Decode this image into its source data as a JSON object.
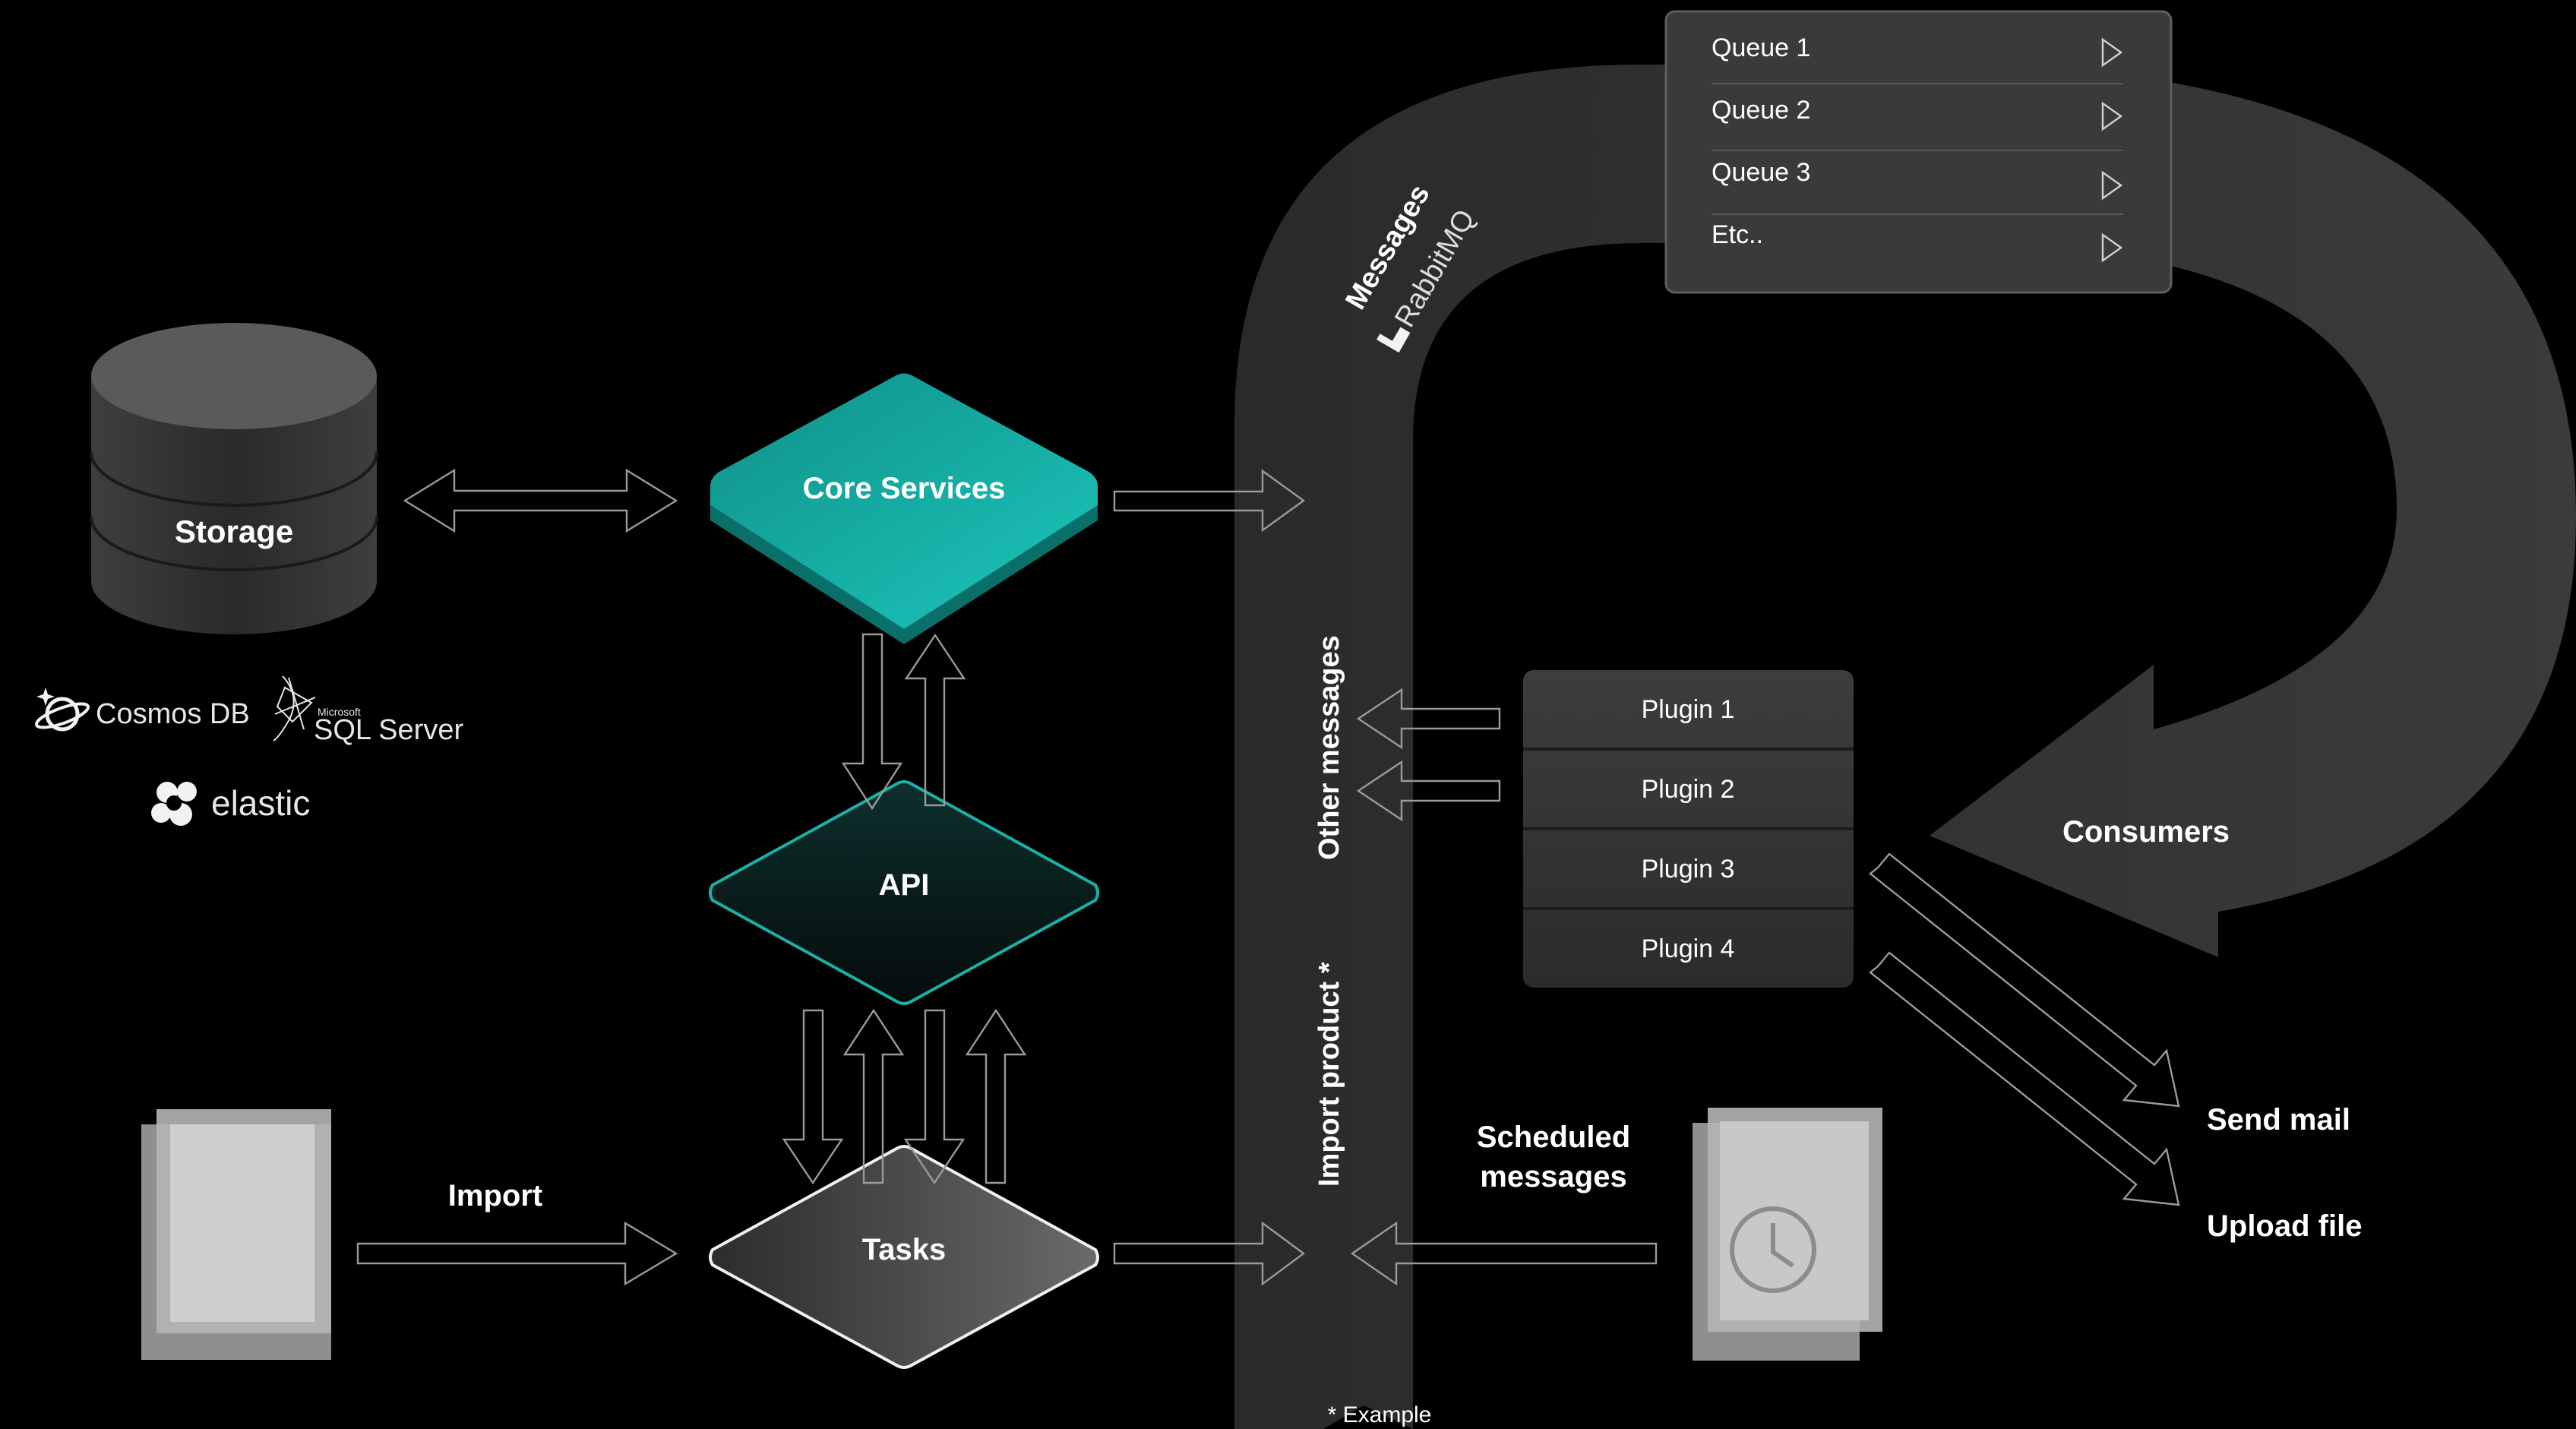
{
  "storage": {
    "label": "Storage",
    "brands": {
      "cosmos": "Cosmos DB",
      "sql_small": "Microsoft",
      "sql": "SQL Server",
      "elastic": "elastic"
    }
  },
  "nodes": {
    "core_services": "Core Services",
    "api": "API",
    "tasks": "Tasks"
  },
  "import_label": "Import",
  "queues": {
    "items": [
      "Queue 1",
      "Queue 2",
      "Queue 3",
      "Etc.."
    ]
  },
  "bus": {
    "messages": "Messages",
    "rabbitmq": "RabbitMQ",
    "other_messages": "Other messages",
    "import_product": "Import product *",
    "footnote": "* Example"
  },
  "consumers": "Consumers",
  "plugins": [
    "Plugin 1",
    "Plugin 2",
    "Plugin 3",
    "Plugin 4"
  ],
  "scheduled": {
    "line1": "Scheduled",
    "line2": "messages"
  },
  "outputs": {
    "send_mail": "Send mail",
    "upload_file": "Upload file"
  },
  "colors": {
    "teal": "#12b5ab",
    "teal_dark": "#0b7f78",
    "belt": "#2e2e2e",
    "panel": "#3a3a3a"
  }
}
